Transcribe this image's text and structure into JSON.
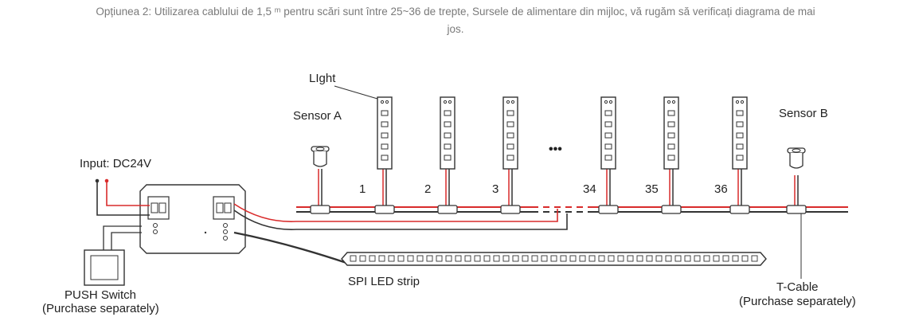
{
  "caption": {
    "line1": "Opțiunea 2: Utilizarea  cablului de 1,5 ᵐ  pentru scări sunt între 25~36 de trepte, Sursele de alimentare din mijloc, vă rugăm să verificați diagrama de mai",
    "line2": "jos."
  },
  "diagram": {
    "light_label": "LIght",
    "sensor_a_label": "Sensor A",
    "sensor_b_label": "Sensor B",
    "input_label": "Input: DC24V",
    "ellipsis": "•••",
    "step_numbers": [
      "1",
      "2",
      "3",
      "34",
      "35",
      "36"
    ],
    "push_switch_label": "PUSH Switch",
    "push_switch_note": "(Purchase separately)",
    "spi_strip_label": "SPI LED strip",
    "t_cable_label": "T-Cable",
    "t_cable_note": "(Purchase separately)"
  },
  "colors": {
    "red_wire": "#d92b2b",
    "black_wire": "#333333",
    "line": "#444444"
  }
}
